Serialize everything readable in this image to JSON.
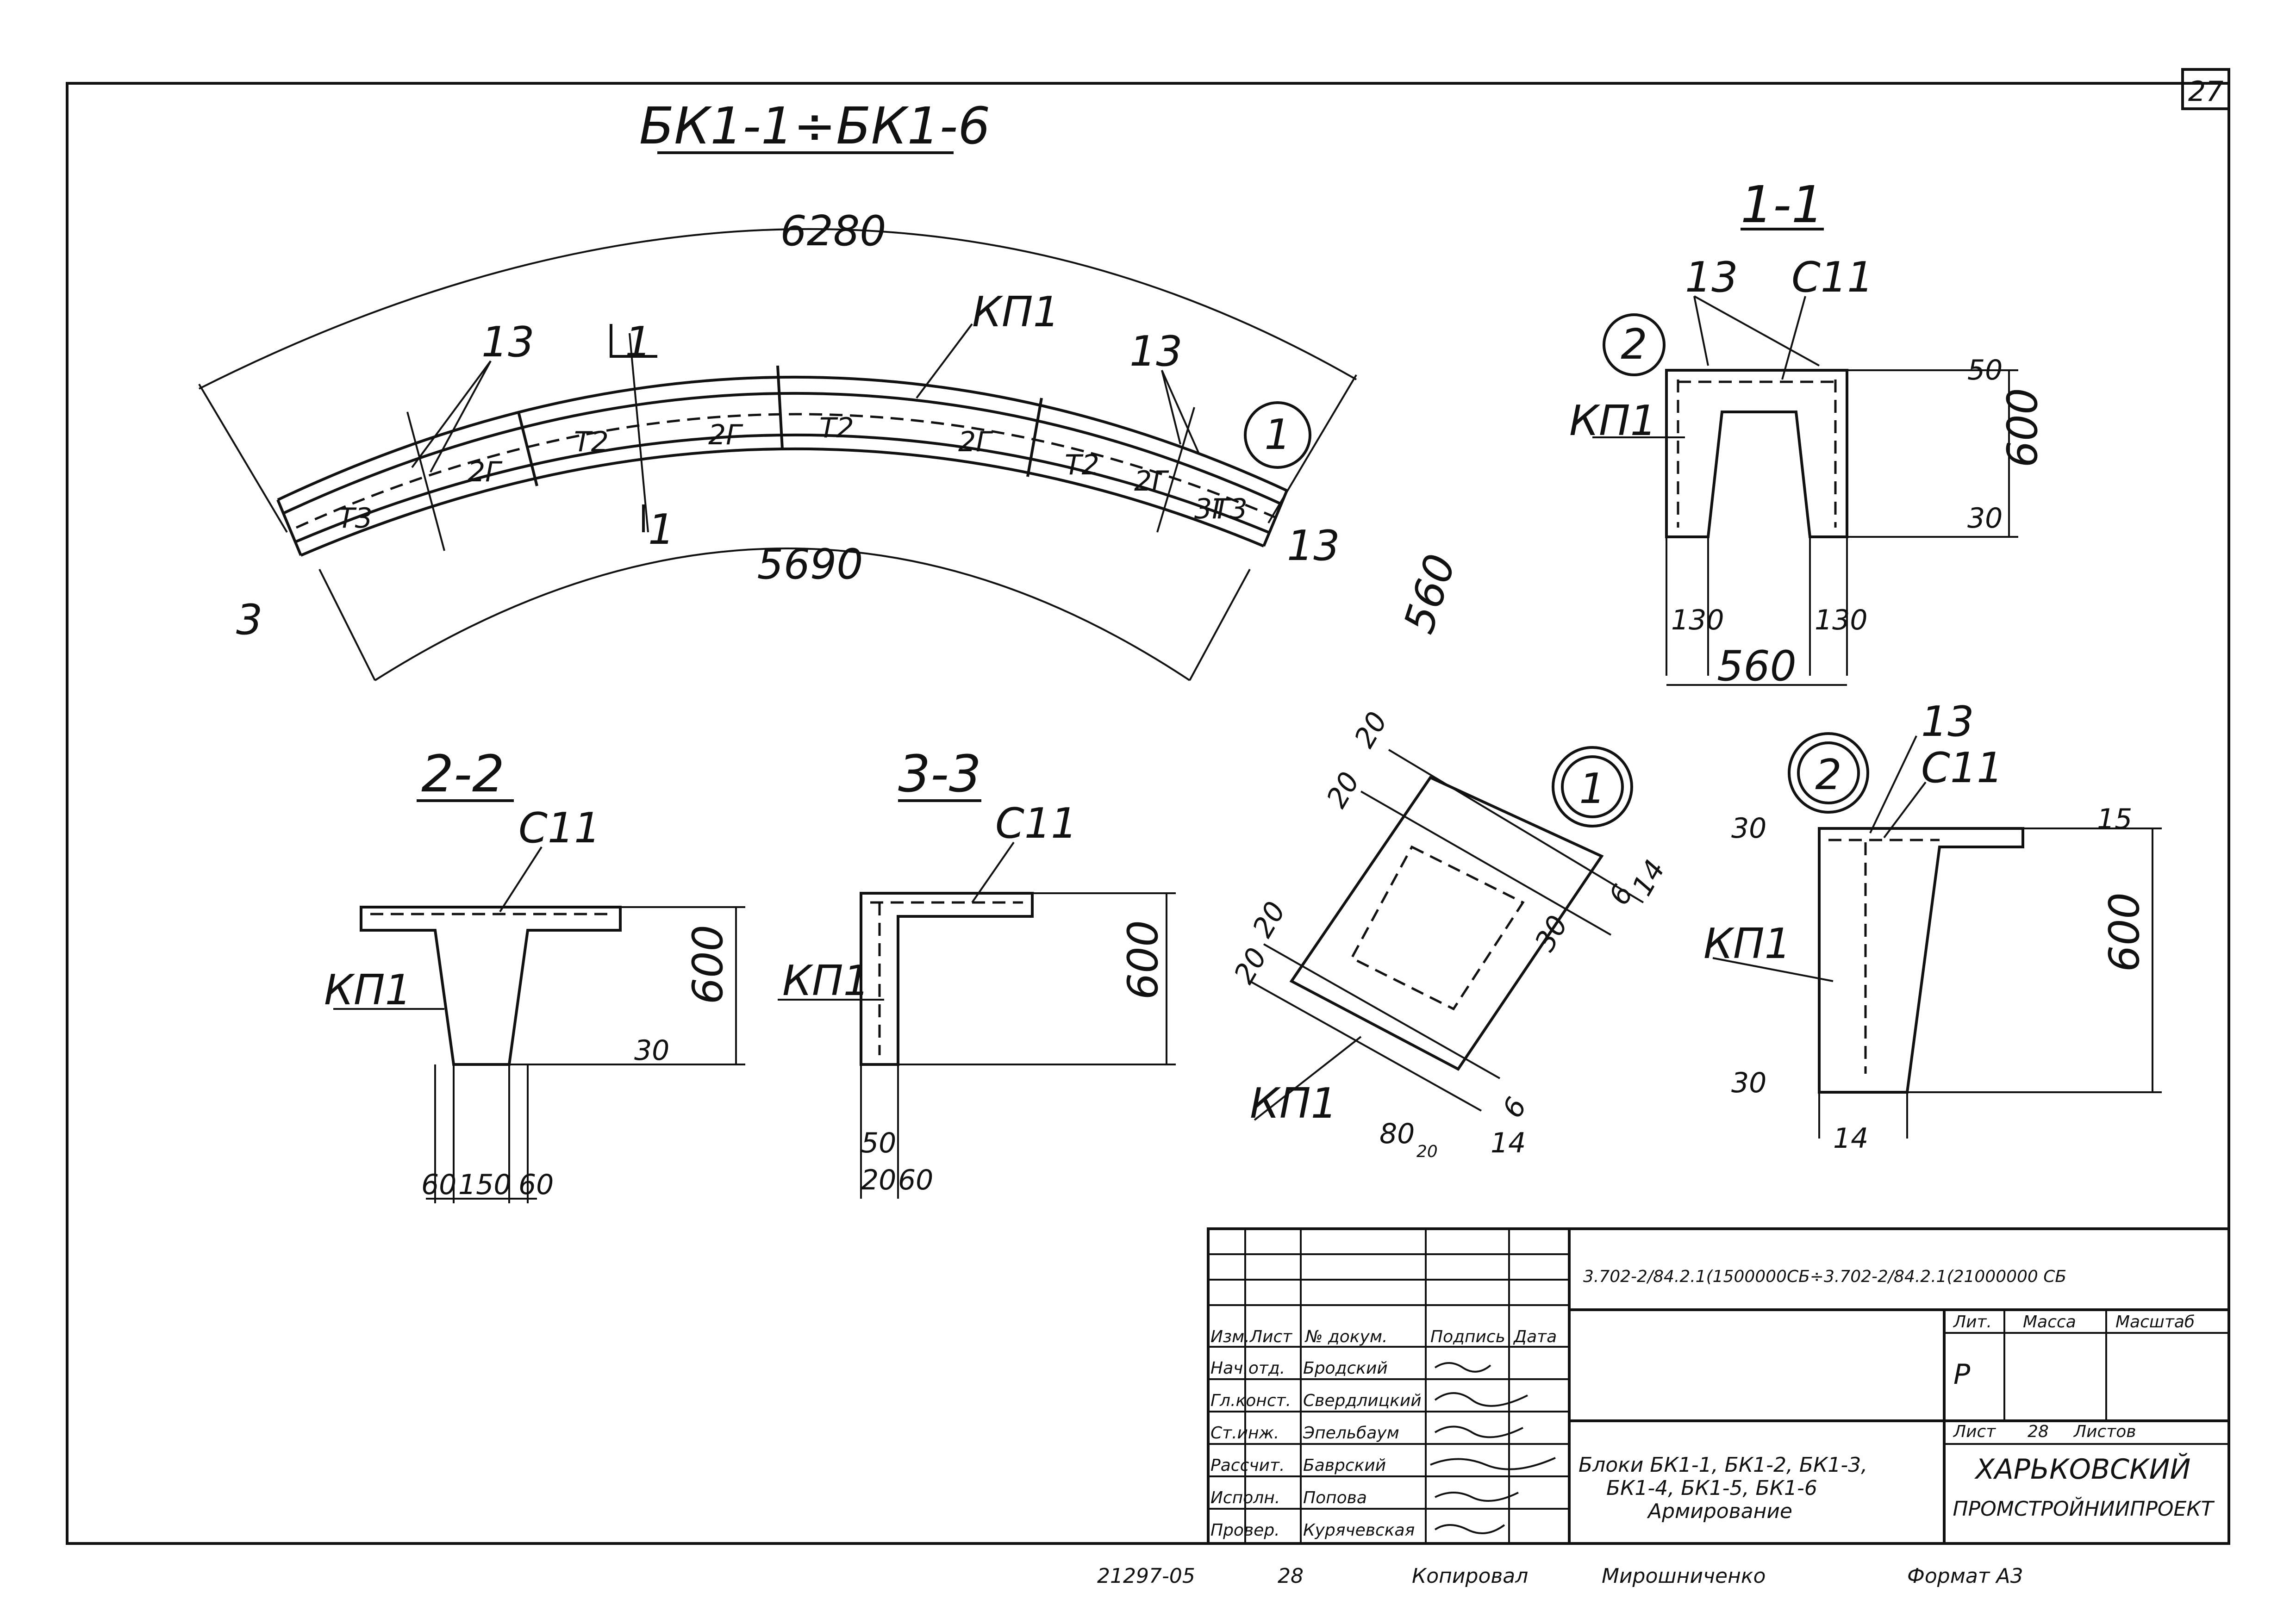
{
  "sheet_number": "27",
  "main_title": "БК1-1÷БК1-6",
  "plan": {
    "dim_outer": "6280",
    "dim_inner": "5690",
    "dim_width": "560",
    "label_13_a": "13",
    "label_13_b": "13",
    "label_13_c": "13",
    "label_kp1": "КП1",
    "callout": "1",
    "cut_1": "1",
    "cut_1b": "1",
    "cut_3": "3",
    "t_labels": [
      "Т3",
      "Т2",
      "Т2",
      "Т2",
      "Т3"
    ],
    "n_labels": [
      "2Г",
      "2Г",
      "2Г",
      "2Г",
      "3Г"
    ]
  },
  "section_1_1": {
    "title": "1-1",
    "callout": "2",
    "label_13": "13",
    "label_c11": "С11",
    "label_kp1": "КП1",
    "dim_50": "50",
    "dim_600": "600",
    "dim_30": "30",
    "dim_130a": "130",
    "dim_130b": "130",
    "dim_560": "560"
  },
  "section_2_2": {
    "title": "2-2",
    "label_c11": "С11",
    "label_kp1": "КП1",
    "dim_600": "600",
    "dim_30": "30",
    "dim_60a": "60",
    "dim_150": "150",
    "dim_60b": "60"
  },
  "section_3_3": {
    "title": "3-3",
    "label_c11": "С11",
    "label_kp1": "КП1",
    "dim_600": "600",
    "dim_50": "50",
    "dim_20": "20",
    "dim_60": "60"
  },
  "node_1": {
    "callout": "1",
    "label_kp1": "КП1",
    "dims": [
      "20",
      "20",
      "20",
      "20",
      "14",
      "6",
      "30",
      "6",
      "80",
      "20",
      "14"
    ]
  },
  "node_2": {
    "callout": "2",
    "label_13": "13",
    "label_c11": "С11",
    "label_kp1": "КП1",
    "dim_30": "30",
    "dim_15": "15",
    "dim_600": "600",
    "dim_30b": "30",
    "dim_14": "14"
  },
  "title_block": {
    "doc_code": "3.702-2/84.2.1(1500000СБ÷3.702-2/84.2.1(21000000 СБ",
    "header_cols": [
      "Изм.",
      "Лист",
      "№ докум.",
      "Подпись",
      "Дата"
    ],
    "staff": [
      {
        "role": "Нач.отд.",
        "name": "Бродский"
      },
      {
        "role": "Гл.конст.",
        "name": "Свердлицкий"
      },
      {
        "role": "Ст.инж.",
        "name": "Эпельбаум"
      },
      {
        "role": "Рассчит.",
        "name": "Баврский"
      },
      {
        "role": "Исполн.",
        "name": "Попова"
      },
      {
        "role": "Провер.",
        "name": "Курячевская"
      }
    ],
    "stage_header": [
      "Лит.",
      "Масса",
      "Масштаб"
    ],
    "stage_value": "Р",
    "sheet_label": "Лист",
    "sheet_value": "28",
    "sheets_label": "Листов",
    "description_line1": "Блоки БК1-1, БК1-2, БК1-3,",
    "description_line2": "БК1-4, БК1-5, БК1-6",
    "description_line3": "Армирование",
    "org_line1": "ХАРЬКОВСКИЙ",
    "org_line2": "ПРОМСТРОЙНИИПРОЕКТ"
  },
  "footer": {
    "inv": "21297-05",
    "num": "28",
    "copied": "Копировал",
    "name": "Мирошниченко",
    "format": "Формат А3"
  }
}
